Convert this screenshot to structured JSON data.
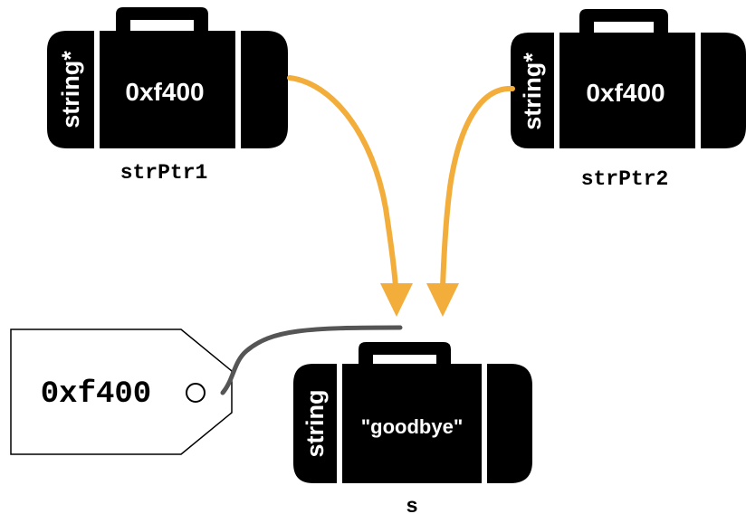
{
  "colors": {
    "suitcase": "#000000",
    "arrow": "#f2ad3a",
    "string_line": "#555555",
    "tag_border": "#000000"
  },
  "suitcases": {
    "ptr1": {
      "type": "string*",
      "value": "0xf400",
      "name": "strPtr1"
    },
    "ptr2": {
      "type": "string*",
      "value": "0xf400",
      "name": "strPtr2"
    },
    "s": {
      "type": "string",
      "value": "\"goodbye\"",
      "name": "s"
    }
  },
  "tag": {
    "address": "0xf400"
  }
}
